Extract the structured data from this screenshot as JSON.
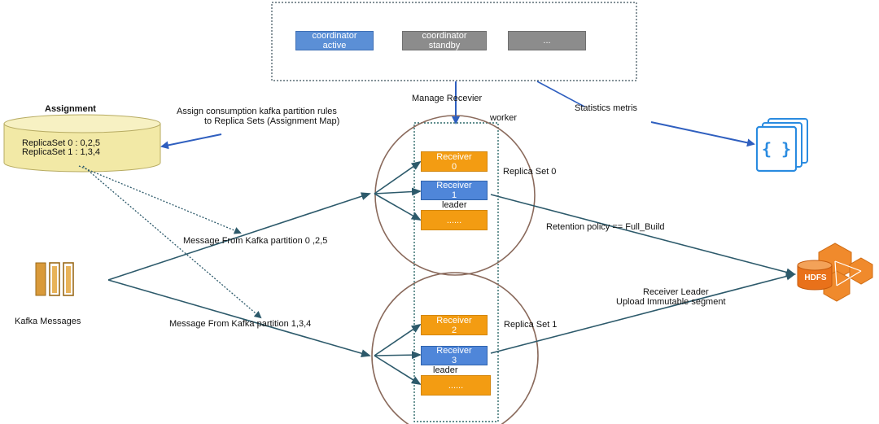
{
  "coordinators": [
    {
      "label_line1": "coordinator",
      "label_line2": "active",
      "color": "#5b8fd6"
    },
    {
      "label_line1": "coordinator",
      "label_line2": "standby",
      "color": "#8c8c8c"
    },
    {
      "label_line1": "...",
      "label_line2": "",
      "color": "#8c8c8c"
    }
  ],
  "assignment": {
    "title": "Assignment",
    "rows": [
      "ReplicaSet 0 : 0,2,5",
      "ReplicaSet 1 : 1,3,4"
    ],
    "color": "#f2e9a6"
  },
  "labels": {
    "assign_rules_line1": "Assign consumption kafka partition rules",
    "assign_rules_line2": "to Replica Sets (Assignment Map)",
    "manage_receiver": "Manage Recevier",
    "statistics": "Statistics metris",
    "worker": "worker",
    "kafka_messages": "Kafka Messages",
    "msg_partition_0": "Message From Kafka partition 0 ,2,5",
    "msg_partition_1": "Message From Kafka partition 1,3,4",
    "replica_set_0": "Replica Set 0",
    "replica_set_1": "Replica Set 1",
    "retention_policy": "Retention policy == Full_Build",
    "receiver_leader_line1": "Receiver Leader",
    "receiver_leader_line2": "Upload Immutable segment",
    "hdfs": "HDFS"
  },
  "replica_set_0": {
    "receivers": [
      {
        "line1": "Receiver",
        "line2": "0",
        "color": "#f39c12"
      },
      {
        "line1": "Receiver",
        "line2": "1",
        "color": "#4f86d9"
      },
      {
        "line1": "......",
        "line2": "",
        "color": "#f39c12"
      }
    ],
    "leader_label": "leader"
  },
  "replica_set_1": {
    "receivers": [
      {
        "line1": "Receiver",
        "line2": "2",
        "color": "#f39c12"
      },
      {
        "line1": "Receiver",
        "line2": "3",
        "color": "#4f86d9"
      },
      {
        "line1": "......",
        "line2": "",
        "color": "#f39c12"
      }
    ],
    "leader_label": "leader"
  },
  "colors": {
    "arrow_blue": "#2f5fbf",
    "arrow_teal": "#2d5a6b",
    "circle": "#8a6a5c",
    "hdfs_orange": "#f08a2c",
    "icon_blue": "#2a8be0"
  },
  "icons": [
    "json-document-icon",
    "hdfs-icon",
    "kafka-queue-icon",
    "database-cylinder-icon"
  ]
}
